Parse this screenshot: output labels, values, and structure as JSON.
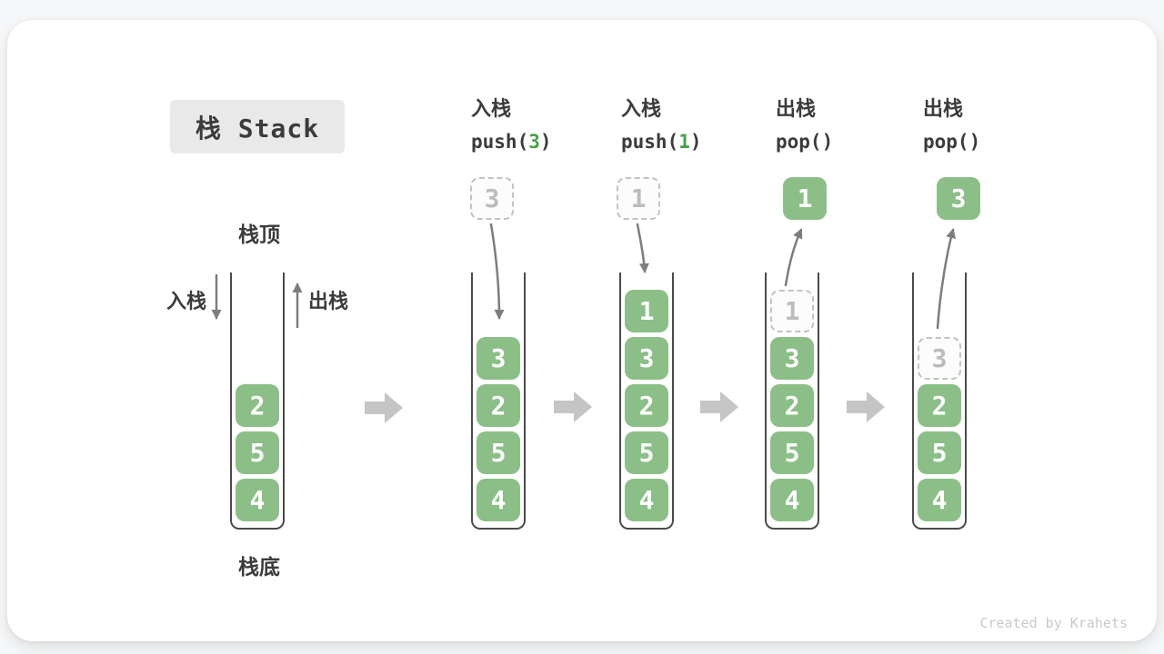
{
  "title": "栈 Stack",
  "footer_credit": "Created by Krahets",
  "colors": {
    "box_green": "#8CBF87",
    "accent_green": "#43A443",
    "arrow_gray": "#7D7D7D",
    "block_arrow_gray": "#C5C5C5",
    "dashed_gray": "#C3C3C3",
    "text_dark": "#3B3B3B",
    "muted_digit": "#BCBCBC",
    "credit_gray": "#C9C9C9"
  },
  "base_stack": {
    "top_label": "栈顶",
    "bottom_label": "栈底",
    "push_label": "入栈",
    "pop_label": "出栈",
    "cells": [
      {
        "value": "2",
        "style": "solid"
      },
      {
        "value": "5",
        "style": "solid"
      },
      {
        "value": "4",
        "style": "solid"
      }
    ]
  },
  "steps": [
    {
      "op_label": "入栈",
      "code_pre": "push(",
      "code_arg": "3",
      "code_post": ")",
      "floating": {
        "value": "3",
        "style": "dashed"
      },
      "cells": [
        {
          "value": "3",
          "style": "solid"
        },
        {
          "value": "2",
          "style": "solid"
        },
        {
          "value": "5",
          "style": "solid"
        },
        {
          "value": "4",
          "style": "solid"
        }
      ]
    },
    {
      "op_label": "入栈",
      "code_pre": "push(",
      "code_arg": "1",
      "code_post": ")",
      "floating": {
        "value": "1",
        "style": "dashed"
      },
      "cells": [
        {
          "value": "1",
          "style": "solid"
        },
        {
          "value": "3",
          "style": "solid"
        },
        {
          "value": "2",
          "style": "solid"
        },
        {
          "value": "5",
          "style": "solid"
        },
        {
          "value": "4",
          "style": "solid"
        }
      ]
    },
    {
      "op_label": "出栈",
      "code_pre": "pop()",
      "code_arg": "",
      "code_post": "",
      "floating": {
        "value": "1",
        "style": "solid"
      },
      "cells": [
        {
          "value": "1",
          "style": "dashed"
        },
        {
          "value": "3",
          "style": "solid"
        },
        {
          "value": "2",
          "style": "solid"
        },
        {
          "value": "5",
          "style": "solid"
        },
        {
          "value": "4",
          "style": "solid"
        }
      ]
    },
    {
      "op_label": "出栈",
      "code_pre": "pop()",
      "code_arg": "",
      "code_post": "",
      "floating": {
        "value": "3",
        "style": "solid"
      },
      "cells": [
        {
          "value": "3",
          "style": "dashed"
        },
        {
          "value": "2",
          "style": "solid"
        },
        {
          "value": "5",
          "style": "solid"
        },
        {
          "value": "4",
          "style": "solid"
        }
      ]
    }
  ]
}
